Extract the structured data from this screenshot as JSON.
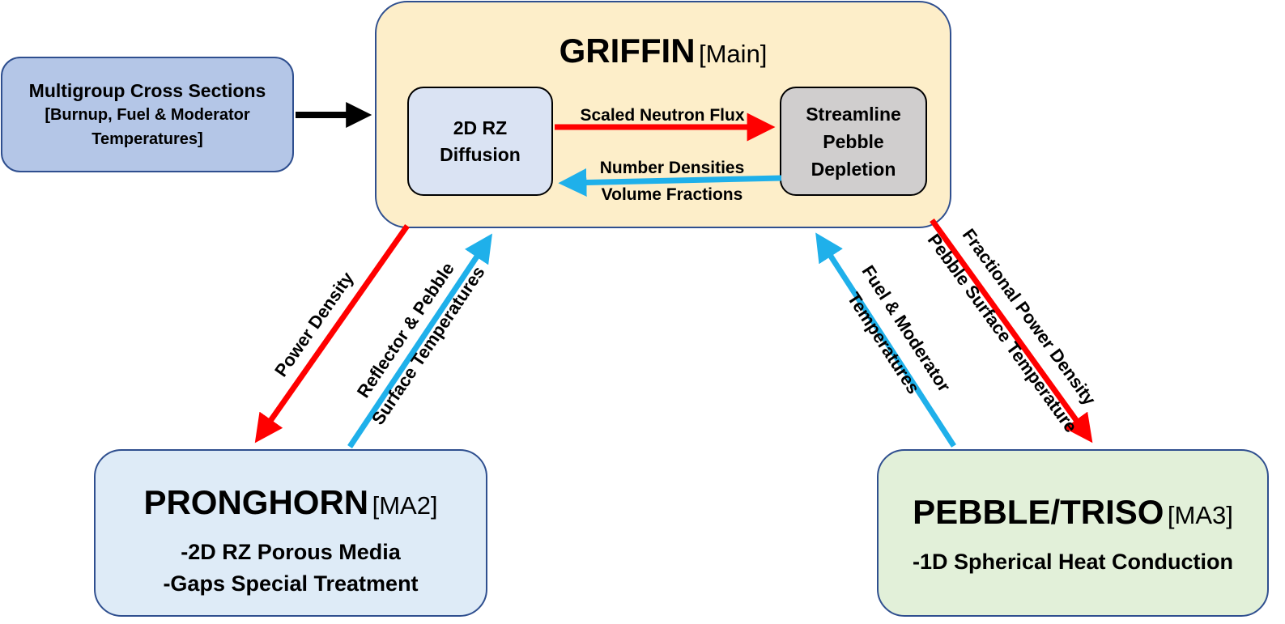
{
  "xs_box": {
    "title": "Multigroup Cross Sections",
    "line1": "[Burnup, Fuel & Moderator",
    "line2": "Temperatures]"
  },
  "griffin": {
    "name": "GRIFFIN",
    "tag": "[Main]",
    "diffusion": {
      "line1": "2D RZ",
      "line2": "Diffusion"
    },
    "depletion": {
      "line1": "Streamline",
      "line2": "Pebble",
      "line3": "Depletion"
    },
    "flux_label": "Scaled Neutron Flux",
    "densities_label": {
      "line1": "Number Densities",
      "line2": "Volume Fractions"
    }
  },
  "pronghorn": {
    "name": "PRONGHORN",
    "tag": "[MA2]",
    "line1": "-2D RZ Porous Media",
    "line2": "-Gaps Special Treatment"
  },
  "pebble": {
    "name": "PEBBLE/TRISO",
    "tag": "[MA3]",
    "line1": "-1D Spherical Heat Conduction"
  },
  "arrows": {
    "power_density": "Power Density",
    "reflector": {
      "line1": "Reflector & Pebble",
      "line2": "Surface Temperatures"
    },
    "fuel_mod": {
      "line1": "Fuel & Moderator",
      "line2": "Temperatures"
    },
    "fractional": {
      "line1": "Fractional Power Density",
      "line2": "Pebble Surface Temperature"
    }
  },
  "colors": {
    "red": "#ff0000",
    "blue": "#1fb0ea",
    "black": "#000000",
    "griffin_fill": "#fdeec9",
    "xs_fill": "#b4c6e7",
    "inner_fill": "#dae3f3",
    "depletion_fill": "#d0cece",
    "pronghorn_fill": "#deebf7",
    "pebble_fill": "#e2f0d9"
  }
}
